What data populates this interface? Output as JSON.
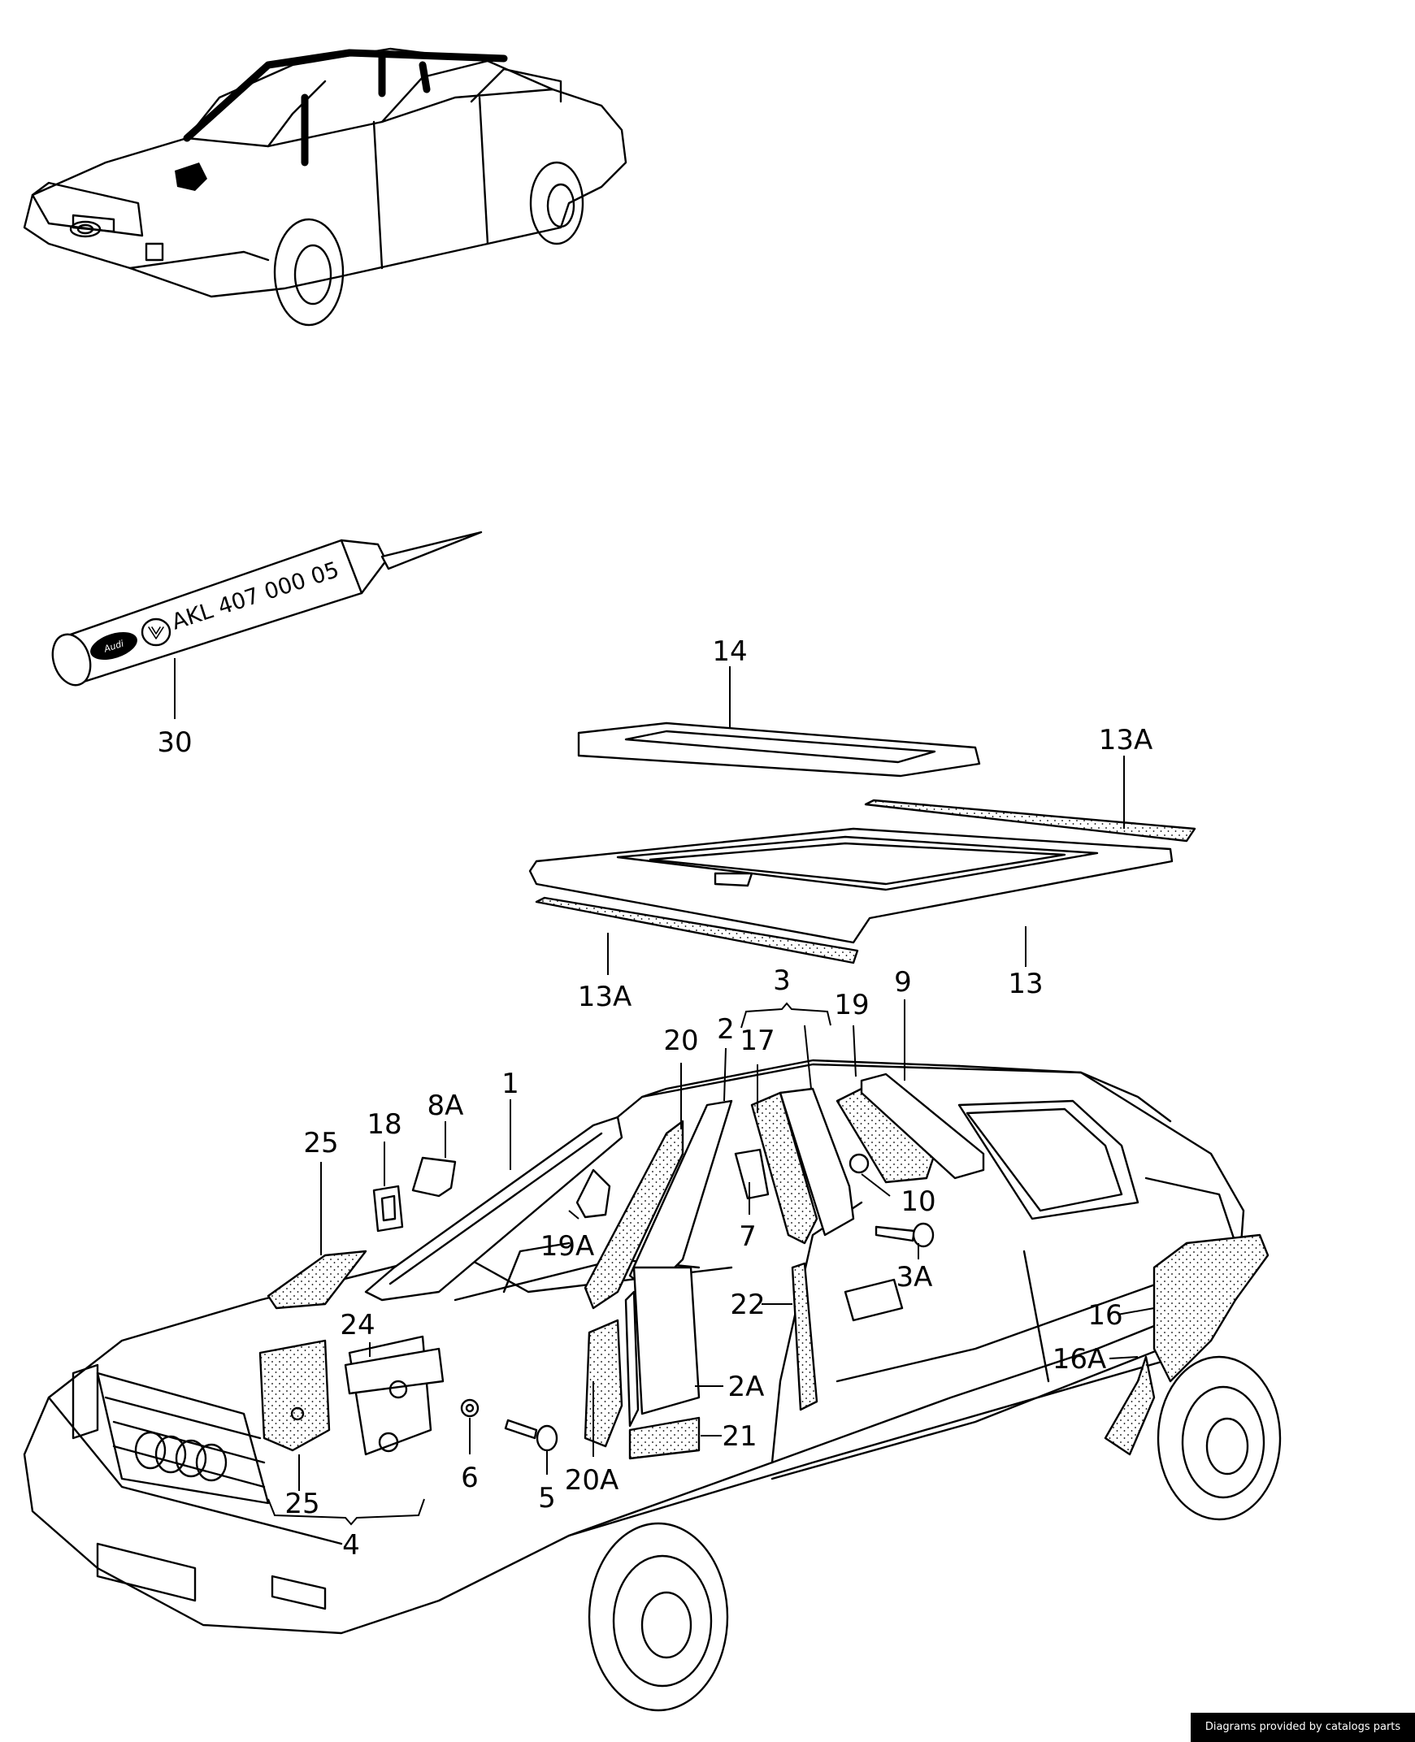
{
  "footer": {
    "credit": "Diagrams provided by catalogs parts"
  },
  "tube": {
    "part_code": "AKL 407 000 05",
    "brand": "Audi"
  },
  "callouts": {
    "c30": "30",
    "c14": "14",
    "c13A_top": "13A",
    "c13A_left": "13A",
    "c13": "13",
    "c3": "3",
    "c2": "2",
    "c17": "17",
    "c19": "19",
    "c9": "9",
    "c20": "20",
    "c1": "1",
    "c8A": "8A",
    "c18": "18",
    "c25_top": "25",
    "c19A": "19A",
    "c7": "7",
    "c10": "10",
    "c3A": "3A",
    "c22": "22",
    "c24": "24",
    "c16": "16",
    "c16A": "16A",
    "c2A": "2A",
    "c21": "21",
    "c20A": "20A",
    "c6": "6",
    "c5": "5",
    "c25_bottom": "25",
    "c4": "4"
  }
}
